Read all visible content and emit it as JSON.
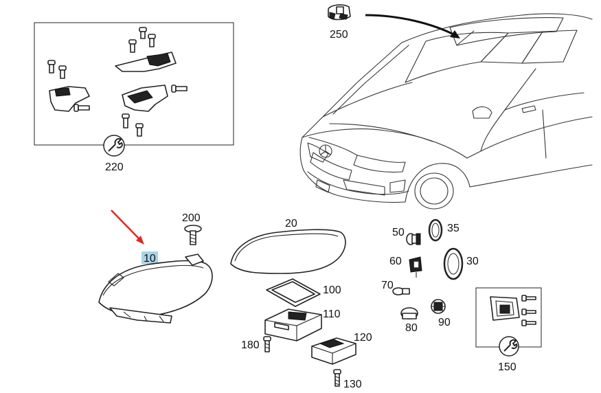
{
  "callouts": {
    "c10": "10",
    "c20": "20",
    "c30": "30",
    "c35": "35",
    "c50": "50",
    "c60": "60",
    "c70": "70",
    "c80": "80",
    "c90": "90",
    "c100": "100",
    "c110": "110",
    "c120": "120",
    "c130": "130",
    "c150": "150",
    "c180": "180",
    "c200": "200",
    "c220": "220",
    "c250": "250"
  },
  "colors": {
    "highlight": "#a9d3e6",
    "arrow": "#e8231e"
  },
  "icons": [
    "wrench-icon",
    "red-arrow-icon"
  ]
}
